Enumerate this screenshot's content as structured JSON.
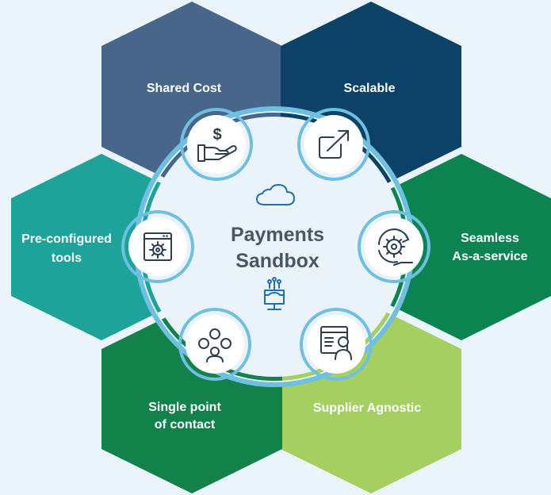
{
  "title": "Payments Sandbox",
  "title_lines": [
    "Payments",
    "Sandbox"
  ],
  "colors": {
    "background": "#ebf4fb",
    "ring": "#6ebfe0",
    "title": "#4a5663",
    "center_icon": "#1f6fb2"
  },
  "center_icons": [
    "cloud-icon",
    "server-network-icon"
  ],
  "segments": [
    {
      "key": "shared_cost",
      "lines": [
        "Shared Cost"
      ],
      "color": "#48668a",
      "icon": "hand-holding-dollar-icon"
    },
    {
      "key": "scalable",
      "lines": [
        "Scalable"
      ],
      "color": "#0c4168",
      "icon": "scale-arrow-icon"
    },
    {
      "key": "seamless",
      "lines": [
        "Seamless",
        "As-a-service"
      ],
      "color": "#0c8452",
      "icon": "gear-cycle-icon"
    },
    {
      "key": "supplier_agnostic",
      "lines": [
        "Supplier Agnostic"
      ],
      "color": "#a6cf62",
      "icon": "user-document-icon"
    },
    {
      "key": "single_point",
      "lines": [
        "Single point",
        "of contact"
      ],
      "color": "#13814a",
      "icon": "people-network-icon"
    },
    {
      "key": "preconfigured",
      "lines": [
        "Pre-configured",
        "tools"
      ],
      "color": "#1da39a",
      "icon": "settings-window-icon"
    }
  ]
}
